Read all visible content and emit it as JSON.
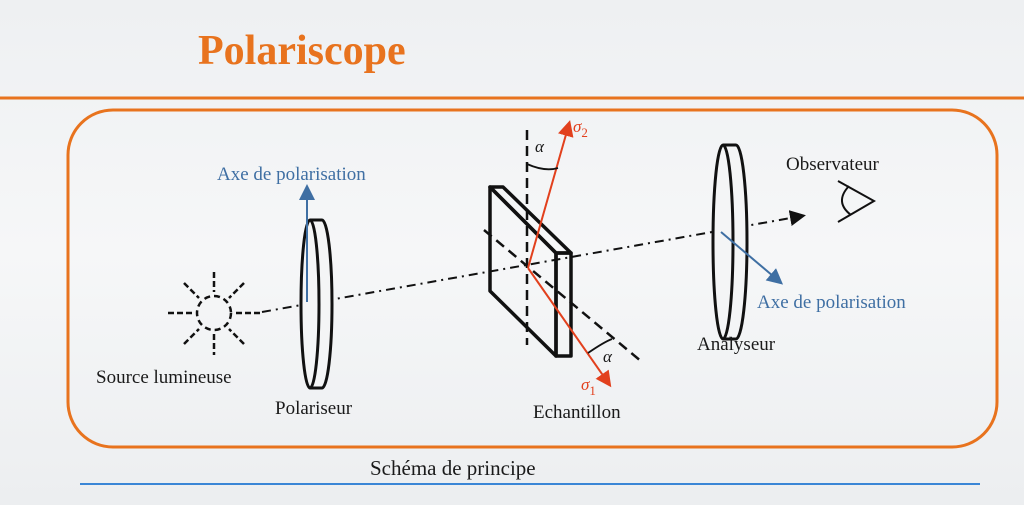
{
  "slide": {
    "title": "Polariscope",
    "caption": "Schéma de principe"
  },
  "diagram": {
    "source_label": "Source lumineuse",
    "polarizer_label": "Polariseur",
    "polarizer_axis_label": "Axe de polarisation",
    "sample_label": "Echantillon",
    "analyzer_label": "Analyseur",
    "analyzer_axis_label": "Axe de polarisation",
    "observer_label": "Observateur",
    "sigma1": "σ",
    "sigma1_sub": "1",
    "sigma2": "σ",
    "sigma2_sub": "2",
    "angle_top": "α",
    "angle_bottom": "α"
  },
  "colors": {
    "accent": "#e8731e",
    "axis_blue": "#3f6fa3",
    "stress_red": "#e2401d",
    "caption_line": "#3a86d6"
  }
}
